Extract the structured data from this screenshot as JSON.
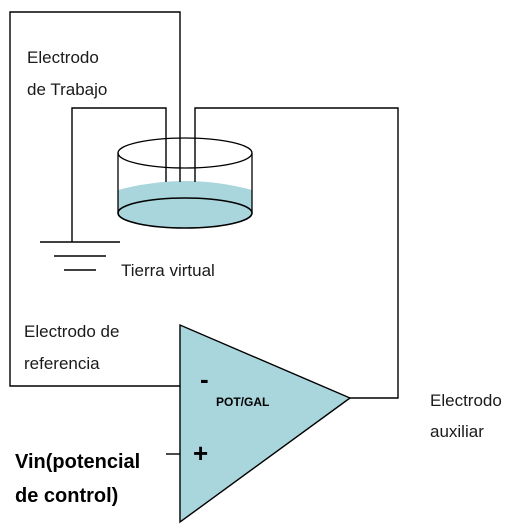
{
  "labels": {
    "working_electrode_line1": "Electrodo",
    "working_electrode_line2": "de Trabajo",
    "virtual_ground": "Tierra virtual",
    "reference_electrode_line1": "Electrodo de",
    "reference_electrode_line2": "referencia",
    "auxiliary_electrode_line1": "Electrodo",
    "auxiliary_electrode_line2": "auxiliar",
    "vin_line1": "Vin(potencial",
    "vin_line2": "de control)",
    "amplifier": "POT/GAL",
    "minus_sign": "-",
    "plus_sign": "+"
  },
  "colors": {
    "liquid": "#a9d6dc",
    "amplifier_fill": "#a9d6dc",
    "stroke": "#000000"
  }
}
